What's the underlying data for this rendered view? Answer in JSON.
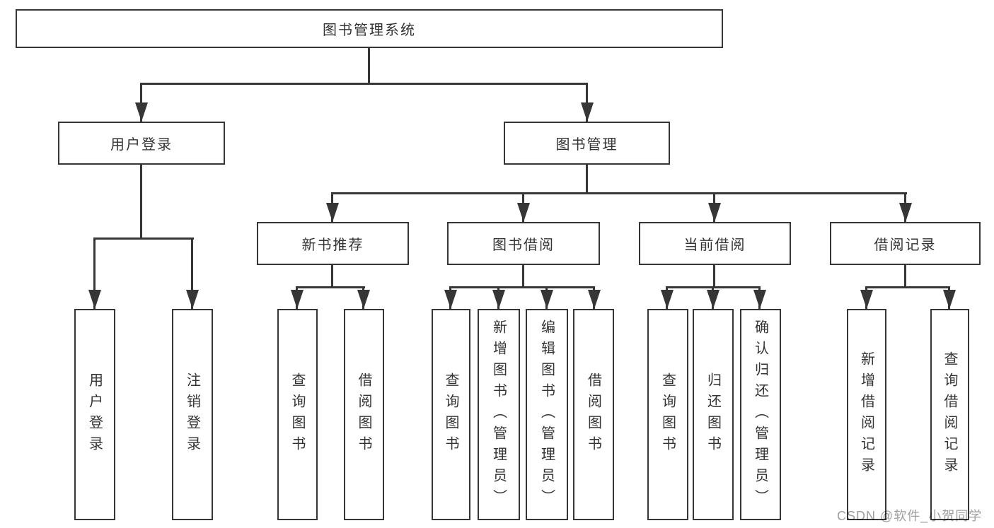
{
  "colors": {
    "background": "#ffffff",
    "line": "#363636",
    "text": "#333333",
    "watermark": "#9e9e9e"
  },
  "tree": {
    "root": {
      "label": "图书管理系统"
    },
    "level2": [
      {
        "label": "用户登录"
      },
      {
        "label": "图书管理"
      }
    ],
    "level3": [
      {
        "label": "新书推荐"
      },
      {
        "label": "图书借阅"
      },
      {
        "label": "当前借阅"
      },
      {
        "label": "借阅记录"
      }
    ],
    "leaves": {
      "user_login": [
        {
          "label": "用户登录"
        },
        {
          "label": "注销登录"
        }
      ],
      "new_book_recommend": [
        {
          "label": "查询图书"
        },
        {
          "label": "借阅图书"
        }
      ],
      "book_borrow": [
        {
          "label": "查询图书"
        },
        {
          "label": "新增图书（管理员）"
        },
        {
          "label": "编辑图书（管理员）"
        },
        {
          "label": "借阅图书"
        }
      ],
      "current_borrow": [
        {
          "label": "查询图书"
        },
        {
          "label": "归还图书"
        },
        {
          "label": "确认归还（管理员）"
        }
      ],
      "borrow_records": [
        {
          "label": "新增借阅记录"
        },
        {
          "label": "查询借阅记录"
        }
      ]
    }
  },
  "watermark": {
    "text": "CSDN @软件_小贺同学"
  }
}
